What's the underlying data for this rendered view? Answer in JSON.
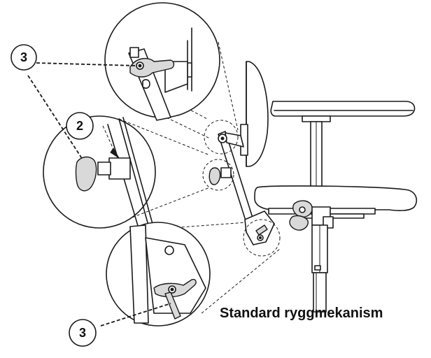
{
  "caption": "Standard ryggmekanism",
  "callouts": {
    "top": "3",
    "middle": "2",
    "bottom": "3"
  }
}
